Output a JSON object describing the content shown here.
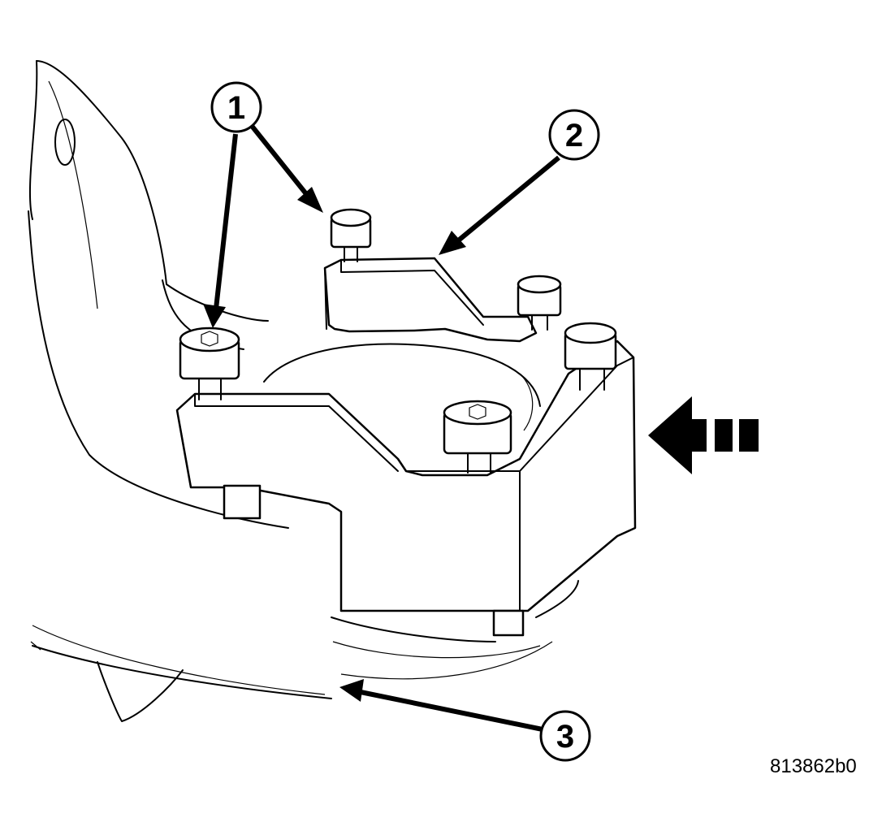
{
  "figure": {
    "callouts": [
      {
        "number": "1"
      },
      {
        "number": "2"
      },
      {
        "number": "3"
      }
    ],
    "figure_id": "813862b0",
    "colors": {
      "line": "#000000",
      "background": "#ffffff"
    }
  }
}
